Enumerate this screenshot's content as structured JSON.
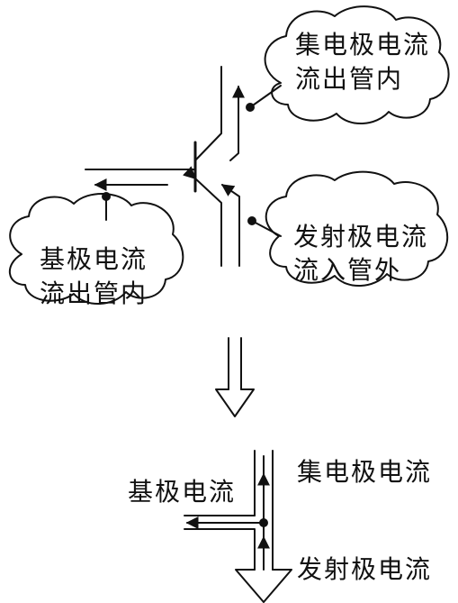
{
  "top": {
    "collector_cloud": {
      "line1": "集电极电流",
      "line2": "流出管内"
    },
    "emitter_cloud": {
      "line1": "发射极电流",
      "line2": "流入管外"
    },
    "base_cloud": {
      "line1": "基极电流",
      "line2": "流出管内"
    }
  },
  "bottom": {
    "collector_label": "集电极电流",
    "base_label": "基极电流",
    "emitter_label": "发射极电流"
  },
  "colors": {
    "ink": "#111111",
    "background": "#ffffff"
  }
}
